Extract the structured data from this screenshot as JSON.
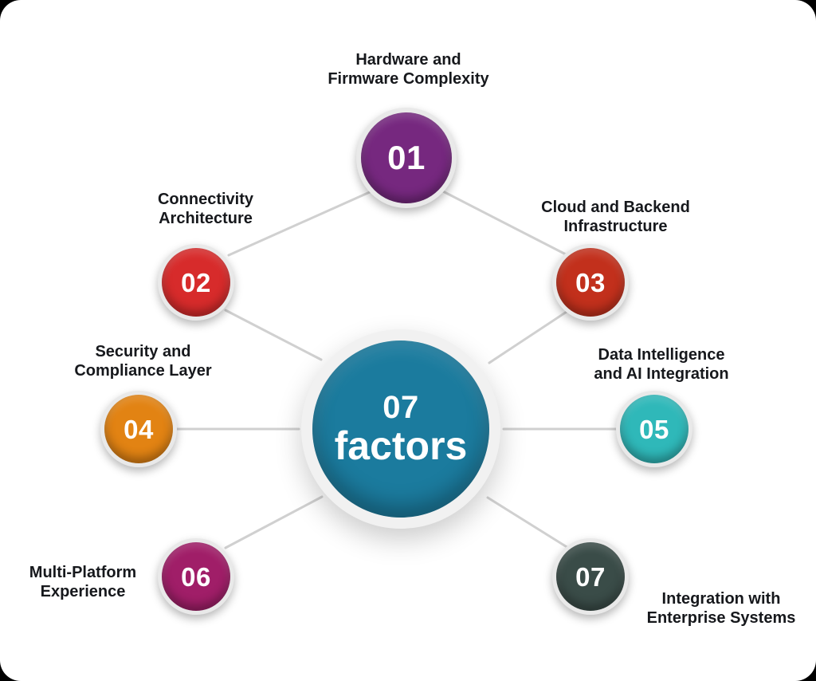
{
  "diagram": {
    "title_number": "07",
    "title_word": "factors",
    "center_color": "#1b7b9e",
    "link_color": "#d0d0d0",
    "background": "#ffffff",
    "text_color": "#16181c",
    "nodes": [
      {
        "number": "01",
        "label": "Hardware and\nFirmware Complexity",
        "color": "#76287f"
      },
      {
        "number": "02",
        "label": "Connectivity\nArchitecture",
        "color": "#d72b2b"
      },
      {
        "number": "03",
        "label": "Cloud and Backend\nInfrastructure",
        "color": "#c2301c"
      },
      {
        "number": "04",
        "label": "Security and\nCompliance Layer",
        "color": "#e28313"
      },
      {
        "number": "05",
        "label": "Data Intelligence\nand AI Integration",
        "color": "#2fb8b9"
      },
      {
        "number": "06",
        "label": "Multi-Platform\nExperience",
        "color": "#a01e68"
      },
      {
        "number": "07",
        "label": "Integration with\nEnterprise Systems",
        "color": "#3a4c48"
      }
    ]
  }
}
